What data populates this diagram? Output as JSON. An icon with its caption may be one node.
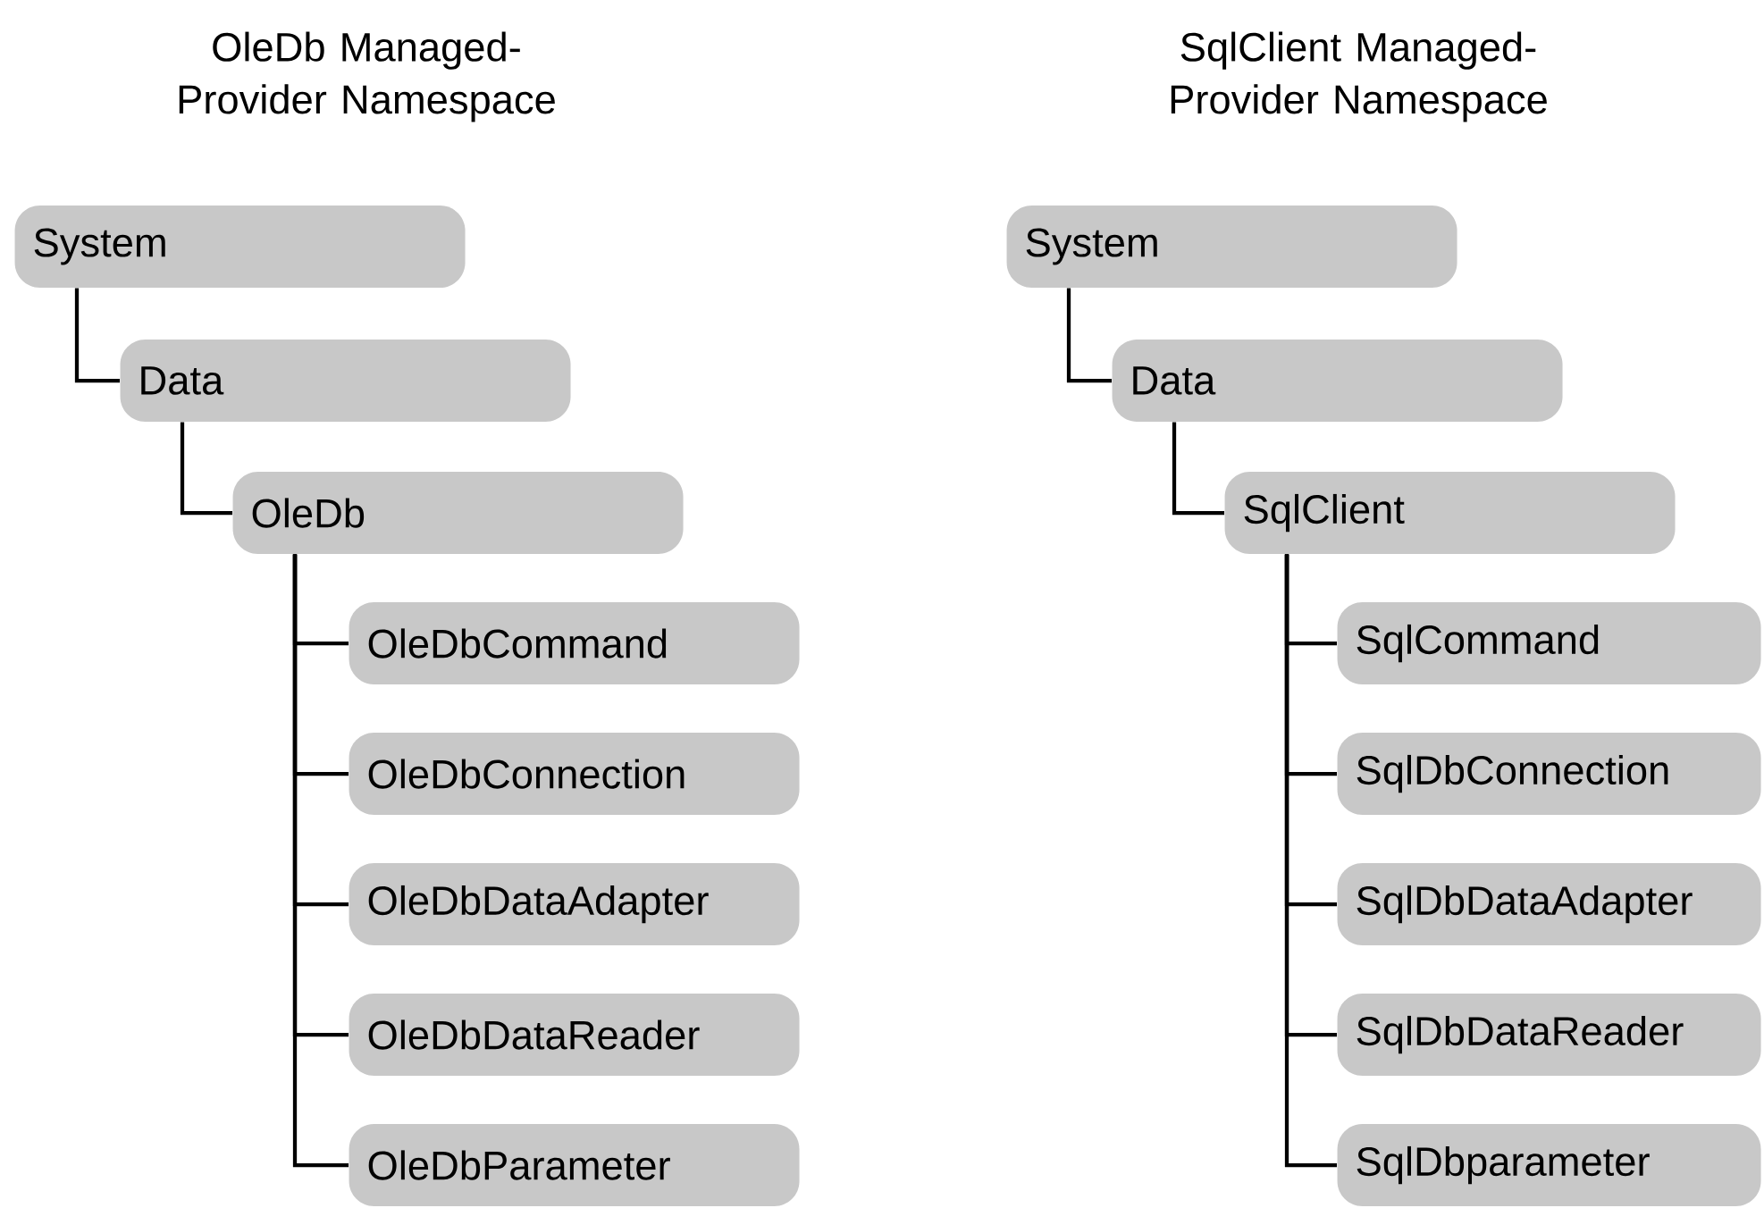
{
  "diagram": {
    "nodes": [
      {
        "text": [
          "System"
        ]
      },
      {
        "text": [
          "Data"
        ]
      },
      {
        "text": [
          "OleDb"
        ]
      },
      {
        "text": [
          "OleDbCommand"
        ]
      },
      {
        "text": [
          "OleDbConnection"
        ]
      },
      {
        "text": [
          "OleDbDataAdapter"
        ]
      },
      {
        "text": [
          "OleDbDataReader"
        ]
      },
      {
        "text": [
          "OleDbParameter"
        ]
      },
      {
        "text": [
          "System"
        ]
      },
      {
        "text": [
          "Data"
        ]
      },
      {
        "text": [
          "SqlClient"
        ]
      },
      {
        "text": [
          "SqlCommand"
        ]
      },
      {
        "text": [
          "SqlDbConnection"
        ]
      },
      {
        "text": [
          "SqlDbDataAdapter"
        ]
      },
      {
        "text": [
          "SqlDbDataReader"
        ]
      },
      {
        "text": [
          "SqlDbparameter"
        ]
      }
    ],
    "edges": [
      {
        "from": 0,
        "to": 1,
        "arrow": "none"
      },
      {
        "from": 1,
        "to": 2,
        "arrow": "none"
      },
      {
        "from": 2,
        "to": 3,
        "arrow": "none"
      },
      {
        "from": 2,
        "to": 4,
        "arrow": "none"
      },
      {
        "from": 2,
        "to": 5,
        "arrow": "none"
      },
      {
        "from": 2,
        "to": 6,
        "arrow": "none"
      },
      {
        "from": 2,
        "to": 7,
        "arrow": "none"
      },
      {
        "from": 8,
        "to": 9,
        "arrow": "none"
      },
      {
        "from": 9,
        "to": 10,
        "arrow": "none"
      },
      {
        "from": 10,
        "to": 11,
        "arrow": "none"
      },
      {
        "from": 10,
        "to": 12,
        "arrow": "none"
      },
      {
        "from": 10,
        "to": 13,
        "arrow": "none"
      },
      {
        "from": 10,
        "to": 14,
        "arrow": "none"
      },
      {
        "from": 10,
        "to": 15,
        "arrow": "none"
      }
    ],
    "labels": [
      "OleDb Managed-Provider Namespace",
      "SqlClient Managed-Provider Namespace"
    ]
  }
}
